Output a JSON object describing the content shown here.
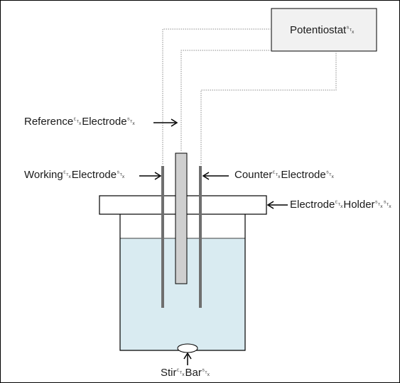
{
  "labels": {
    "potentiostat": "Potentiostat␂",
    "reference_electrode": "Reference␃Electrode␂",
    "working_electrode": "Working␃Electrode␂",
    "counter_electrode": "Counter␃Electrode␂",
    "electrode_holder": "Electrode␃Holder␂␂",
    "stir_bar": "Stir␃Bar␂"
  },
  "colors": {
    "electrode_rod": "#6f6f6f",
    "reference_rod": "#cfcfcf",
    "solution": "#d9ebf1",
    "potentiostat_box": "#f1f1f1"
  }
}
